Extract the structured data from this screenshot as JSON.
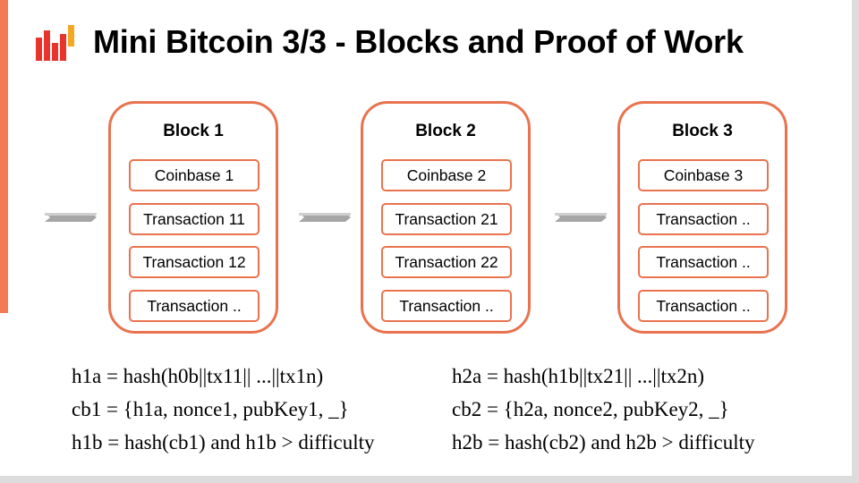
{
  "title": "Mini Bitcoin 3/3 - Blocks and Proof of Work",
  "colors": {
    "accent": "#e9734f",
    "logo_red": "#e8342c",
    "logo_orange": "#f5a623"
  },
  "logo_icon": "chart-bars-logo-icon",
  "blocks": [
    {
      "title": "Block 1",
      "items": [
        "Coinbase 1",
        "Transaction 11",
        "Transaction 12",
        "Transaction .."
      ]
    },
    {
      "title": "Block 2",
      "items": [
        "Coinbase 2",
        "Transaction 21",
        "Transaction 22",
        "Transaction .."
      ]
    },
    {
      "title": "Block 3",
      "items": [
        "Coinbase 3",
        "Transaction ..",
        "Transaction ..",
        "Transaction .."
      ]
    }
  ],
  "formulas_left": [
    "h1a = hash(h0b||tx11|| ...||tx1n)",
    "cb1 = {h1a, nonce1, pubKey1, _}",
    "h1b = hash(cb1) and h1b > difficulty"
  ],
  "formulas_right": [
    "h2a = hash(h1b||tx21|| ...||tx2n)",
    "cb2 = {h2a, nonce2, pubKey2, _}",
    "h2b = hash(cb2) and h2b > difficulty"
  ],
  "and_label": "and"
}
